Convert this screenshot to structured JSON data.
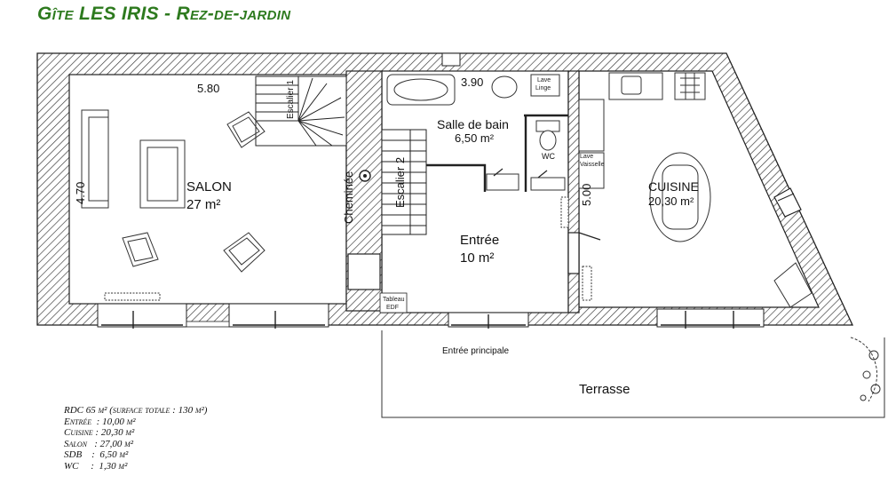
{
  "title": "Gîte LES IRIS - Rez-de-jardin",
  "rooms": {
    "salon_name": "SALON",
    "salon_area": "27  m²",
    "sdb_name": "Salle de bain",
    "sdb_area": "6,50 m²",
    "entree_name": "Entrée",
    "entree_area": "10  m²",
    "cuisine_name": "CUISINE",
    "cuisine_area": "20,30 m²",
    "wc": "WC",
    "terrasse": "Terrasse",
    "entree_principale": "Entrée principale"
  },
  "labels": {
    "escalier1": "Escalier 1",
    "escalier2": "Escalier 2",
    "cheminee": "Cheminée",
    "lave_linge_1": "Lave",
    "lave_linge_2": "Linge",
    "lave_vaisselle_1": "Lave",
    "lave_vaisselle_2": "Vaisselle",
    "tableau_1": "Tableau",
    "tableau_2": "EDF"
  },
  "dimensions": {
    "salon_width": "5.80",
    "salon_height": "4.70",
    "sdb_width": "3.90",
    "cuisine_height": "5.00"
  },
  "summary": [
    "RDC 65 m² (surface totale : 130 m²)",
    "Entrée  : 10,00 m²",
    "Cuisine : 20,30 m²",
    "Salon   : 27,00 m²",
    "SDB    :  6,50 m²",
    "WC     :  1,30 m²"
  ],
  "colors": {
    "title": "#2d7a1e",
    "walls": "#222222"
  }
}
